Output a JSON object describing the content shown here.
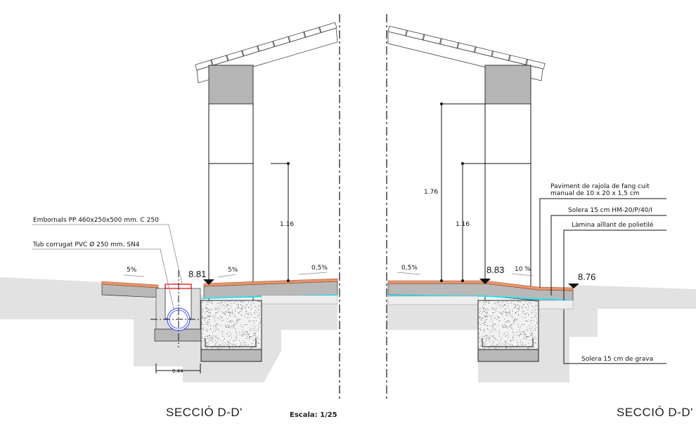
{
  "left_section": {
    "title": "SECCIÓ  D-D'",
    "scale": "Escala: 1/25",
    "labels": {
      "gully": "Embornals PP 460x250x500 mm. C 250",
      "pipe": "Tub corrugat PVC Ø 250 mm. SN4"
    },
    "level": "8.81",
    "height_dim": "1.16",
    "width_dim": "0.44",
    "slopes": [
      "5%",
      "5%",
      "0,5%"
    ]
  },
  "right_section": {
    "title": "SECCIÓ  D-D'",
    "labels": {
      "paving": [
        "Paviment de rajola de fang cuit",
        "manual de 10 x 20 x 1,5 cm"
      ],
      "slab": "Solera 15 cm HM-20/P/40/I",
      "membrane": "Làmina aïllant de polietilé",
      "gravel": "Solera 15 cm de grava"
    },
    "levels": [
      "8.83",
      "8.76"
    ],
    "height_dims": [
      "1.76",
      "1.16"
    ],
    "slopes": [
      "0,5%",
      "10 %"
    ]
  },
  "colors": {
    "paving": "#e8956a",
    "slab": "#b9b9b9",
    "ground": "#e2e2e2",
    "membrane": "#33e0f0",
    "pipe": "#2a3cff",
    "gully": "#e00000"
  }
}
